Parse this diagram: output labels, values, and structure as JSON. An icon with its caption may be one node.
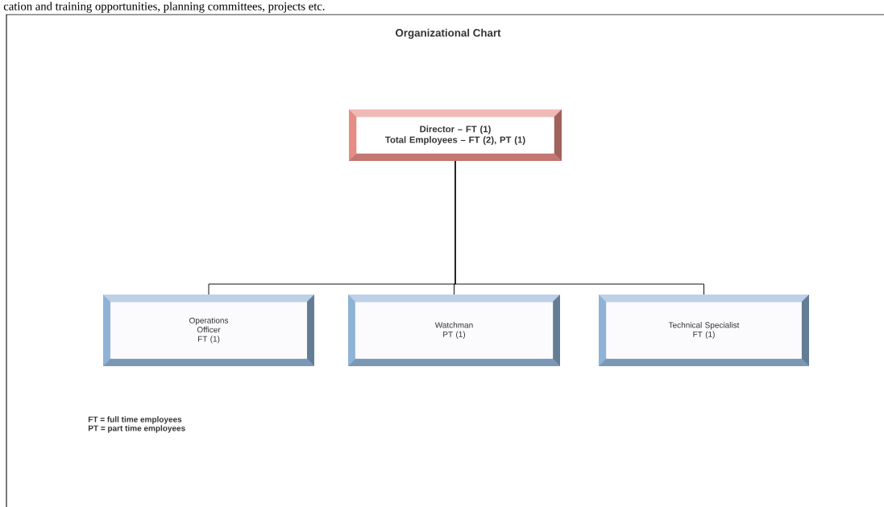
{
  "diagram": {
    "title": "Organizational Chart",
    "nodes": [
      {
        "text": [
          "Director – FT (1)",
          "Total Employees – FT (2), PT (1)"
        ]
      },
      {
        "text": [
          "Operations Officer",
          "FT (1)"
        ]
      },
      {
        "text": [
          "Watchman",
          "PT (1)"
        ]
      },
      {
        "text": [
          "Technical Specialist",
          "FT (1)"
        ]
      }
    ],
    "edges": [
      {
        "from": 0,
        "to": 1,
        "arrow": "none"
      },
      {
        "from": 0,
        "to": 2,
        "arrow": "none"
      },
      {
        "from": 0,
        "to": 3,
        "arrow": "none"
      }
    ],
    "labels": [
      "cation and training opportunities, planning committees, projects etc.",
      "FT = full time employees",
      "PT = part time employees"
    ]
  }
}
